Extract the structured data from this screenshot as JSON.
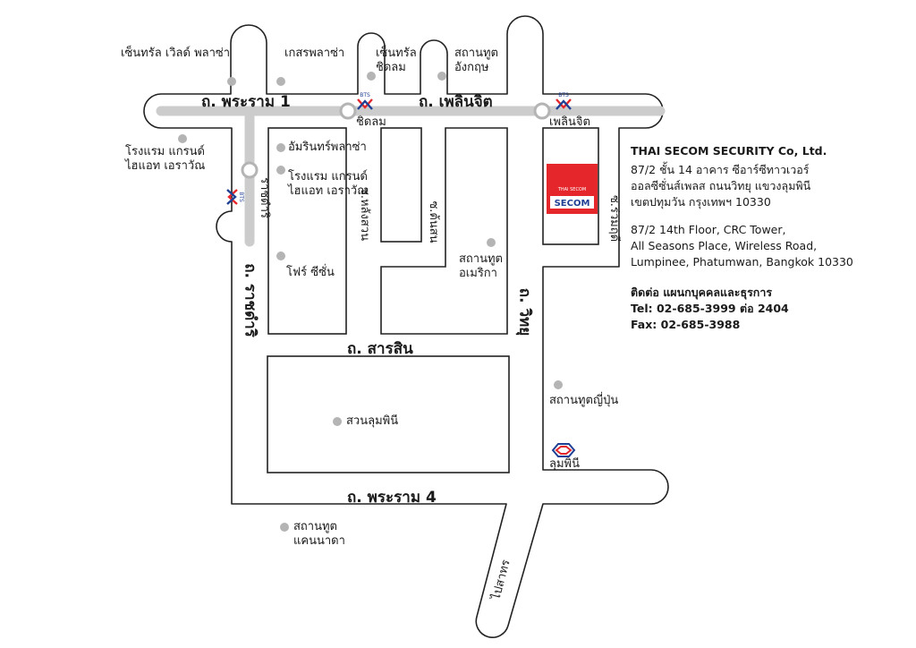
{
  "roads": {
    "rama1": "ถ. พระราม 1",
    "ploenchit": "ถ. เพลินจิต",
    "sarasin": "ถ. สารสิน",
    "rama4": "ถ. พระราม 4",
    "rajdamri": "ถ. ราชดำริ",
    "wittayu": "ถ. วิทยุ",
    "soi_langsuan": "ซ.หลังสวน",
    "soi_tonson": "ซ.ต้นสน",
    "soi_ruamrudee": "ซ.ร่วมฤดี",
    "to_sathorn": "ไปสาทร"
  },
  "bts": {
    "logo_text": "BTS",
    "chidlom": "ชิดลม",
    "ploenchit": "เพลินจิต",
    "rajdamri": "ราชดำริ"
  },
  "mrt": {
    "lumphini": "ลุมพินี"
  },
  "landmarks": {
    "central_world": "เซ็นทรัล เวิลด์ พลาซ่า",
    "gaysorn": "เกสรพลาซ่า",
    "central_chidlom": [
      "เซ็นทรัล",
      "ชิดลม"
    ],
    "uk_embassy": [
      "สถานทูต",
      "อังกฤษ"
    ],
    "grand_hyatt": [
      "โรงแรม แกรนด์",
      "ไฮแอท เอราวัณ"
    ],
    "amarin": "อัมรินทร์พลาซ่า",
    "grand_hyatt_2": [
      "โรงแรม แกรนด์",
      "ไฮแอท เอราวัณ"
    ],
    "four_seasons": "โฟร์ ซีซั่น",
    "us_embassy": [
      "สถานทูต",
      "อเมริกา"
    ],
    "japan_embassy": "สถานทูตญี่ปุ่น",
    "lumphini_park": "สวนลุมพินี",
    "canada_embassy": [
      "สถานทูต",
      "แคนนาดา"
    ]
  },
  "secom_box": {
    "small_text": "THAI SECOM",
    "brand": "SECOM"
  },
  "company": {
    "name": "THAI SECOM SECURITY Co, Ltd.",
    "address_th": [
      "87/2 ชั้น 14 อาคาร ซีอาร์ซีทาวเวอร์",
      "ออลซีซั่นส์เพลส ถนนวิทยุ แขวงลุมพินี",
      "เขตปทุมวัน กรุงเทพฯ 10330"
    ],
    "address_en": [
      "87/2 14th Floor, CRC Tower,",
      "All Seasons Place, Wireless Road,",
      "Lumpinee, Phatumwan, Bangkok 10330"
    ],
    "contact_label": "ติดต่อ แผนกบุคคลและธุรการ",
    "tel": "Tel: 02-685-3999 ต่อ 2404",
    "fax": "Fax: 02-685-3988"
  },
  "colors": {
    "road_outline": "#222222",
    "bts_line": "#cccccc",
    "marker": "#b4b4b4",
    "secom_red": "#e5262a",
    "secom_blue": "#1f3f95"
  }
}
